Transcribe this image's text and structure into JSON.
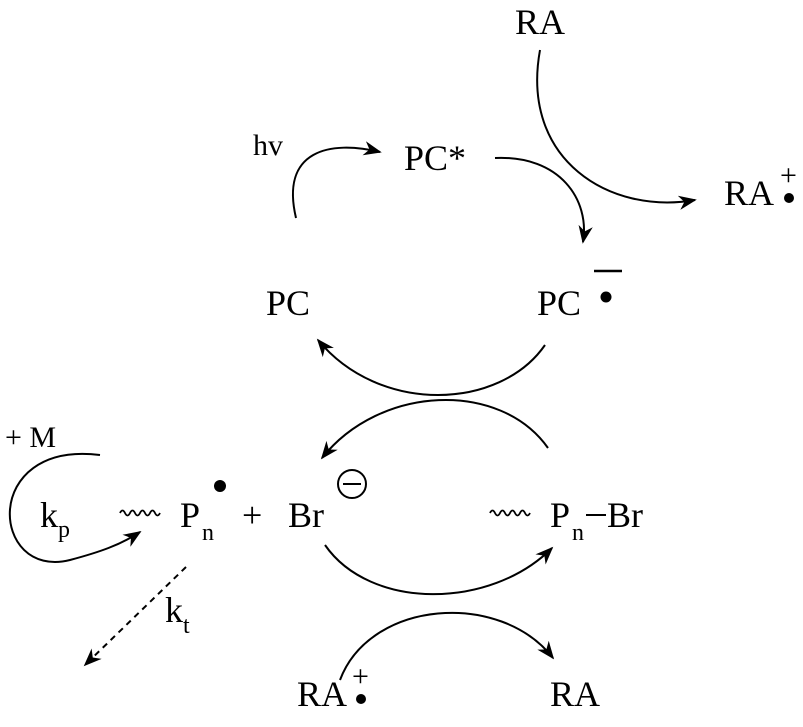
{
  "diagram": {
    "top_ra": "RA",
    "hv": "hv",
    "pc_star": "PC*",
    "ra_cation_top": {
      "text": "RA",
      "charge": "+"
    },
    "pc": "PC",
    "pc_anion": {
      "text": "PC",
      "charge": "−"
    },
    "plus_m": "+ M",
    "kp": {
      "k": "k",
      "sub": "p"
    },
    "pn_radical": {
      "p": "P",
      "sub": "n"
    },
    "plus": "+",
    "br_anion": {
      "text": "Br",
      "charge": "−"
    },
    "pn_br": {
      "p": "P",
      "sub": "n",
      "br": "Br"
    },
    "kt": {
      "k": "k",
      "sub": "t"
    },
    "ra_cation_bottom": {
      "text": "RA",
      "charge": "+"
    },
    "ra_bottom": "RA"
  }
}
